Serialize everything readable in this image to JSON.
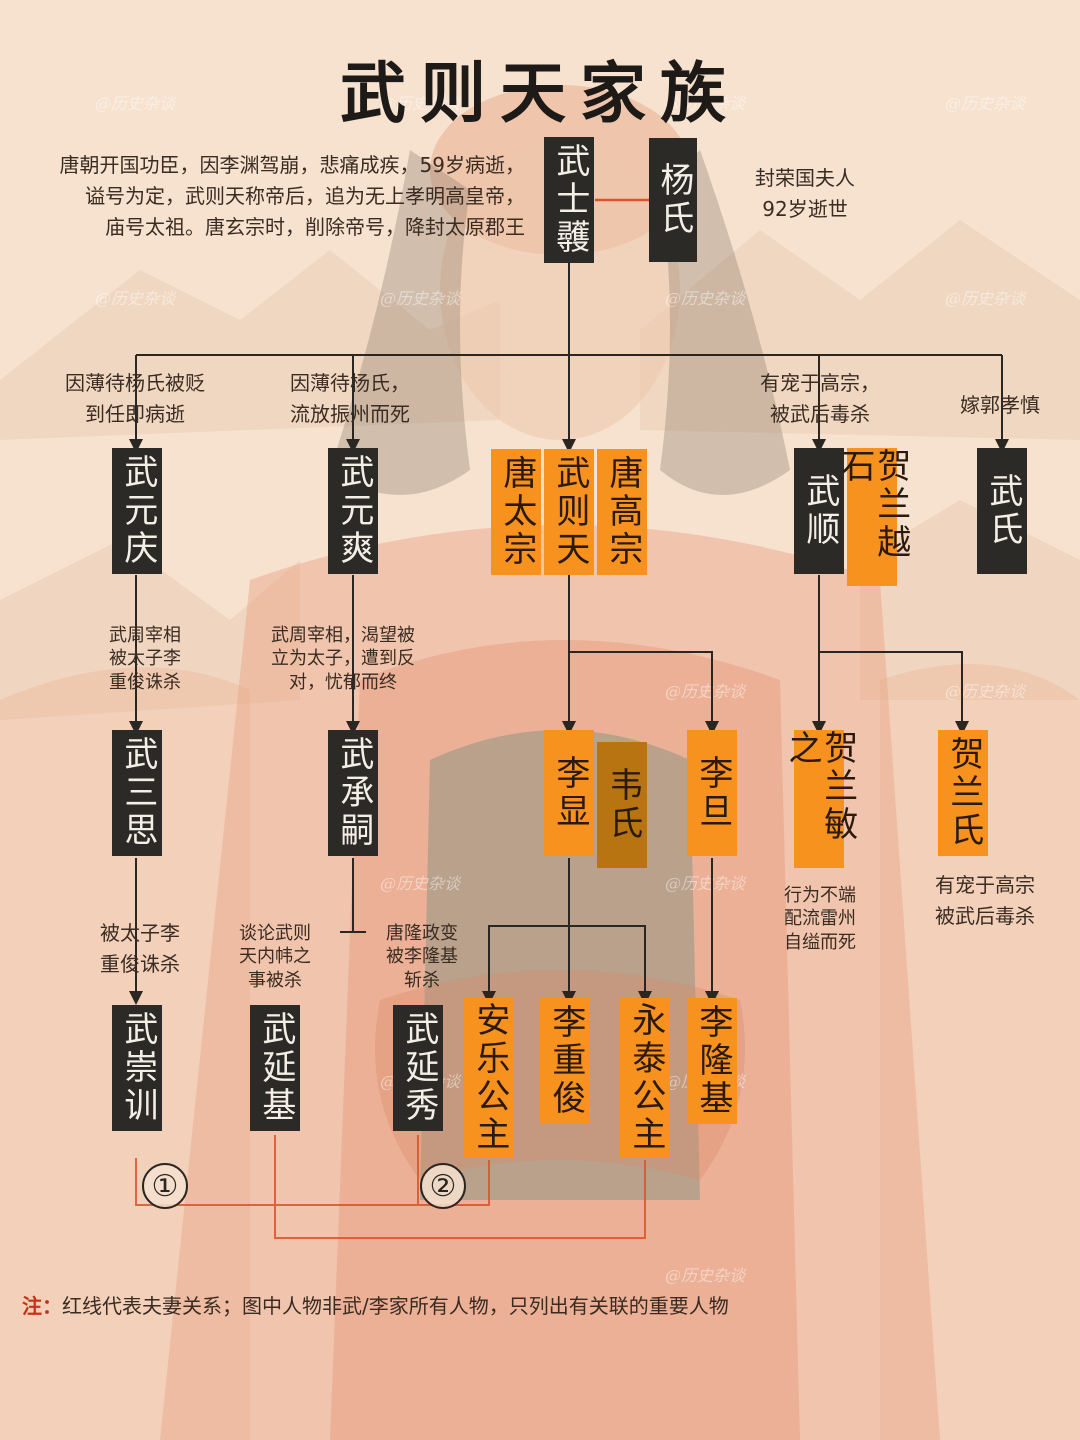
{
  "title": "武则天家族",
  "colors": {
    "background": "#f6e2cf",
    "dark_box": "#2c2a27",
    "orange_box": "#f7921e",
    "spouse_line": "#d9532b"
  },
  "people": {
    "wu_shihuo": "武士彠",
    "yang_shi": "杨氏",
    "wu_yuanqing": "武元庆",
    "wu_yuanshuang": "武元爽",
    "tang_taizong": "唐太宗",
    "wu_zetian": "武则天",
    "tang_gaozong": "唐高宗",
    "wu_shun": "武顺",
    "helan_yueshi": "贺兰越石",
    "wu_shi": "武氏",
    "wu_sansi": "武三思",
    "wu_chengsi": "武承嗣",
    "li_xian": "李显",
    "wei_shi": "韦氏",
    "li_dan": "李旦",
    "helan_minzhi": "贺兰敏之",
    "helan_shi": "贺兰氏",
    "wu_chongxun": "武崇训",
    "wu_yanji": "武延基",
    "wu_yanxiu": "武延秀",
    "anle_gongzhu": "安乐公主",
    "li_chongjun": "李重俊",
    "yongtai_gongzhu": "永泰公主",
    "li_longji": "李隆基"
  },
  "notes": {
    "wu_shihuo": "唐朝开国功臣，因李渊驾崩，悲痛成疾，59岁病逝，\n谥号为定，武则天称帝后，追为无上孝明高皇帝，\n庙号太祖。唐玄宗时，削除帝号，降封太原郡王",
    "yang_shi": "封荣国夫人\n92岁逝世",
    "wu_yuanqing_above": "因薄待杨氏被贬\n到任即病逝",
    "wu_yuanshuang_above": "因薄待杨氏，\n流放振州而死",
    "wu_shun_above": "有宠于高宗，\n被武后毒杀",
    "wu_shi_above": "嫁郭孝慎",
    "wu_sansi_above": "武周宰相\n被太子李\n重俊诛杀",
    "wu_chengsi_above": "武周宰相，渴望被\n立为太子，遭到反\n对，忧郁而终",
    "helan_minzhi_below": "行为不端\n配流雷州\n自缢而死",
    "helan_shi_below": "有宠于高宗\n被武后毒杀",
    "wu_chongxun_above": "被太子李\n重俊诛杀",
    "wu_yanji_above": "谈论武则\n天内帏之\n事被杀",
    "wu_yanxiu_above": "唐隆政变\n被李隆基\n斩杀"
  },
  "markers": {
    "one": "①",
    "two": "②"
  },
  "footnote": {
    "lead": "注：",
    "text": "红线代表夫妻关系；图中人物非武/李家所有人物，只列出有关联的重要人物"
  },
  "watermark": "@历史杂谈"
}
